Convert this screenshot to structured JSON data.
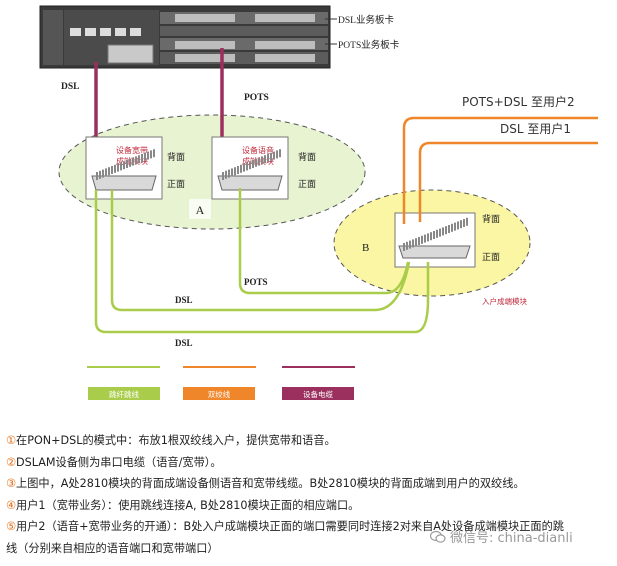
{
  "labels": {
    "dsl_card": "DSL业务板卡",
    "pots_card": "POTS业务板卡",
    "dsl_left": "DSL",
    "pots_top": "POTS",
    "module_a_broadband": "设备宽带\n成端模块",
    "module_a_voice": "设备语音\n成端模块",
    "back_a1": "背面",
    "front_a1": "正面",
    "back_a2": "背面",
    "front_a2": "正面",
    "zone_a": "A",
    "zone_b": "B",
    "back_b": "背面",
    "front_b": "正面",
    "user_module": "入户成端模块",
    "pots_dsl_user2": "POTS+DSL 至用户2",
    "dsl_user1": "DSL 至用户1",
    "pots_mid": "POTS",
    "dsl_mid": "DSL",
    "dsl_bottom": "DSL"
  },
  "legend": [
    {
      "label": "跳纤跳线",
      "color": "#a9cc4b"
    },
    {
      "label": "双绞线",
      "color": "#f0862a"
    },
    {
      "label": "设备电缆",
      "color": "#9b2f5d"
    }
  ],
  "colors": {
    "jumper": "#a9cc4b",
    "twisted_pair": "#f0862a",
    "device_cable": "#9b2f5d",
    "zone_a_fill": "#e8f3d2",
    "zone_b_fill": "#fbf6a3"
  },
  "notes": [
    {
      "num": "①",
      "text": "在PON+DSL的模式中：布放1根双绞线入户，提供宽带和语音。"
    },
    {
      "num": "②",
      "text": "DSLAM设备侧为串口电缆（语音/宽带）。"
    },
    {
      "num": "③",
      "text": "上图中，A处2810模块的背面成端设备侧语音和宽带线缆。B处2810模块的背面成端到用户的双绞线。"
    },
    {
      "num": "④",
      "text": "用户1（宽带业务）：使用跳线连接A, B处2810模块正面的相应端口。"
    },
    {
      "num": "⑤",
      "text": "用户2（语音+宽带业务的开通）：B处入户成端模块正面的端口需要同时连接2对来自A处设备成端模块正面的跳"
    },
    {
      "num": "",
      "text": "线（分别来自相应的语音端口和宽带端口）"
    }
  ],
  "watermark": "微信号: china-dianli"
}
